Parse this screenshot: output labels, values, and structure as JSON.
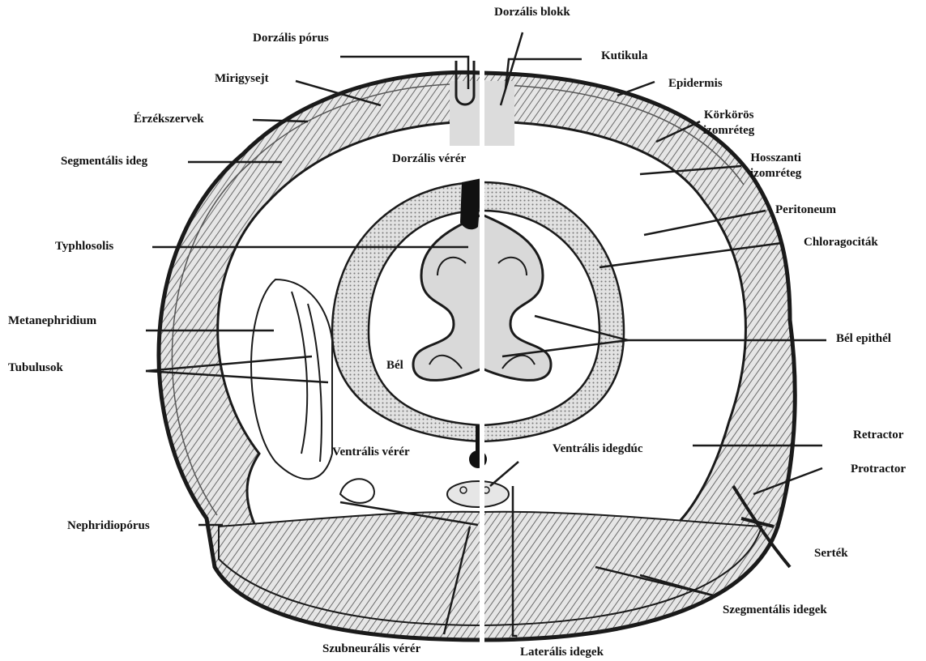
{
  "labels": {
    "dorzalis_blokk": "Dorzális blokk",
    "dorzalis_porus": "Dorzális pórus",
    "kutikula": "Kutikula",
    "mirigysejt": "Mirigysejt",
    "epidermis": "Epidermis",
    "erzekszervek": "Érzékszervek",
    "korkoros_1": "Körkörös",
    "korkoros_2": "izomréteg",
    "segmentalis_ideg": "Segmentális ideg",
    "dorzalis_verer": "Dorzális vérér",
    "hosszanti_1": "Hosszanti",
    "hosszanti_2": "izomréteg",
    "peritoneum": "Peritoneum",
    "typhlosolis": "Typhlosolis",
    "chloragocitak": "Chloragociták",
    "metanephridium": "Metanephridium",
    "bel_epithel": "Bél epithél",
    "tubulusok": "Tubulusok",
    "bel": "Bél",
    "retractor": "Retractor",
    "ventralis_verer": "Ventrális vérér",
    "ventralis_idegduc": "Ventrális idegdúc",
    "protractor": "Protractor",
    "nephridioporus": "Nephridiopórus",
    "sertek": "Serték",
    "szegmentalis_idegek": "Szegmentális idegek",
    "szubneuralis_verer": "Szubneurális vérér",
    "lateralis_idegek": "Laterális idegek"
  },
  "colors": {
    "ink": "#1a1a1a",
    "tissue": "#9a9a9a",
    "gut_fill": "#d9d9d9",
    "block_fill": "#dcdcdc"
  }
}
